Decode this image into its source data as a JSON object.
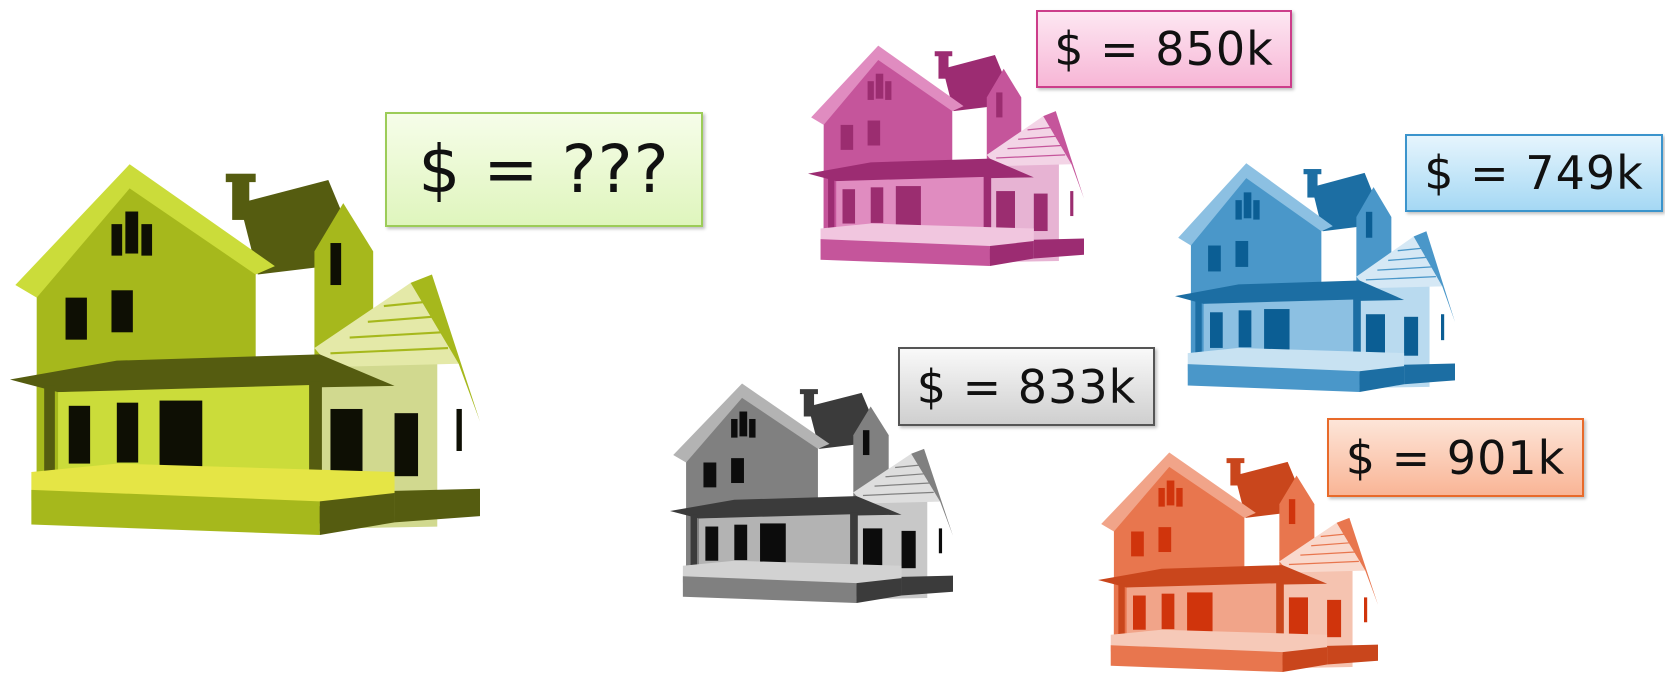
{
  "target_house": {
    "price_label": "$ = ???",
    "color": "#a6b81c"
  },
  "example_houses": [
    {
      "price_label": "$ = 850k",
      "color": "#c5559b"
    },
    {
      "price_label": "$ = 749k",
      "color": "#4a97c9"
    },
    {
      "price_label": "$ = 833k",
      "color": "#808080"
    },
    {
      "price_label": "$ = 901k",
      "color": "#e8764e"
    }
  ]
}
